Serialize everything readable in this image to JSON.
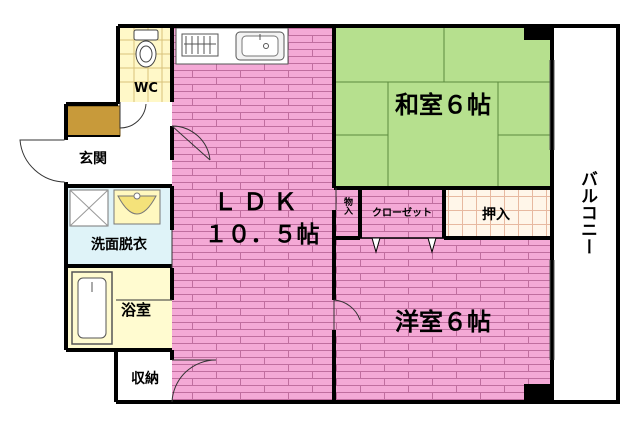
{
  "floorplan": {
    "rooms": {
      "wc": "WC",
      "genkan": "玄関",
      "senmen": "洗面脱衣",
      "yokushitsu": "浴室",
      "shuno": "収納",
      "ldk_line1": "ＬＤＫ",
      "ldk_line2": "１０．５帖",
      "washitsu": "和室６帖",
      "yoshitsu": "洋室６帖",
      "monoire": "物入",
      "closet": "クローゼット",
      "oshiire": "押入",
      "balcony": "バルコニー"
    },
    "colors": {
      "pink": "#f4a9d6",
      "tatami": "#b6e08e",
      "wc_yellow": "#fffbd0",
      "wash_blue": "#dff3f8",
      "bath_yellow": "#fffbd0",
      "tile_cream": "#fff5e6",
      "wall": "#000000"
    }
  }
}
